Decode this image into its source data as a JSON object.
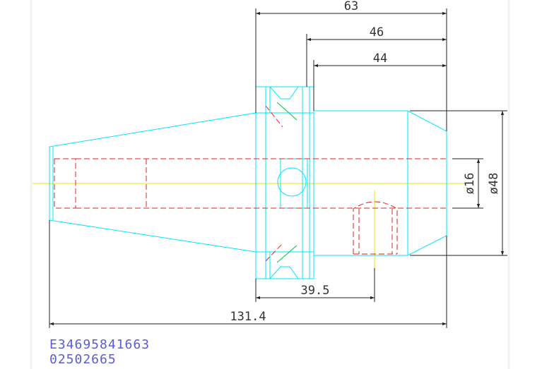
{
  "colors": {
    "outline": "#00e5ff",
    "hidden": "#e02020",
    "center": "#e8e800",
    "dimension": "#222222",
    "accent": "#00c040",
    "code_text": "#5b5bd6",
    "frame": "#f4f4f4"
  },
  "dimensions": {
    "d63": "63",
    "d46": "46",
    "d44": "44",
    "d39_5": "39.5",
    "d131_4": "131.4",
    "dia16": "ø16",
    "dia48": "ø48"
  },
  "codes": {
    "line1": "E34695841663",
    "line2": "02502665"
  }
}
